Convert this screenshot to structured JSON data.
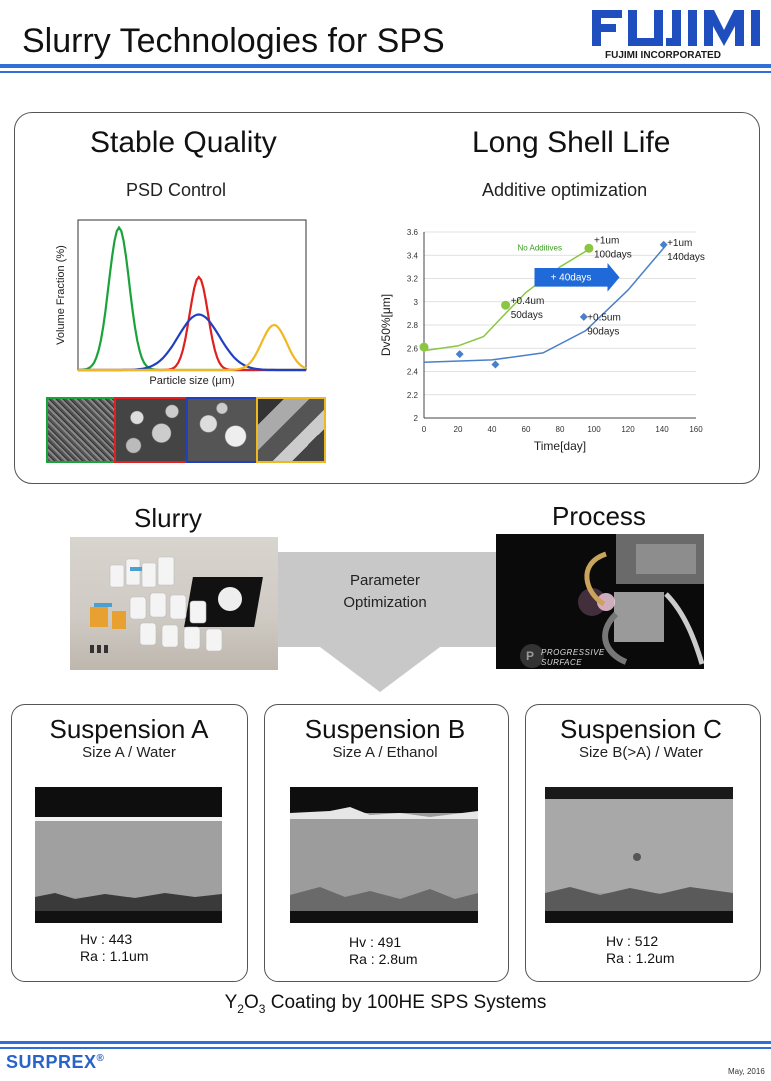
{
  "header": {
    "title": "Slurry Technologies for SPS",
    "logo_text": "FUJIMI",
    "logo_sub": "FUJIMI INCORPORATED"
  },
  "top_panel": {
    "left_heading": "Stable Quality",
    "left_sub": "PSD Control",
    "right_heading": "Long Shell Life",
    "right_sub": "Additive optimization"
  },
  "chart_data": [
    {
      "type": "line",
      "xlabel": "Particle size (μm)",
      "ylabel": "Volume Fraction (%)",
      "series": [
        {
          "color": "#1aa33a",
          "peak_x": 0.18,
          "peak_y": 0.95,
          "width": 0.045
        },
        {
          "color": "#e02020",
          "peak_x": 0.53,
          "peak_y": 0.62,
          "width": 0.04
        },
        {
          "color": "#2040c0",
          "peak_x": 0.53,
          "peak_y": 0.37,
          "width": 0.09
        },
        {
          "color": "#f0b820",
          "peak_x": 0.86,
          "peak_y": 0.3,
          "width": 0.055
        }
      ]
    },
    {
      "type": "scatter",
      "xlabel": "Time[day]",
      "ylabel": "Dv50%[μm]",
      "xlim": [
        0,
        160
      ],
      "ylim": [
        2,
        3.6
      ],
      "xticks": [
        "0",
        "20",
        "40",
        "60",
        "80",
        "100",
        "120",
        "140",
        "160"
      ],
      "yticks": [
        "2",
        "2.2",
        "2.4",
        "2.6",
        "2.8",
        "3",
        "3.2",
        "3.4",
        "3.6"
      ],
      "series": [
        {
          "name": "No Additives",
          "color": "#8ac640",
          "points": [
            [
              0,
              2.61
            ],
            [
              48,
              2.97
            ],
            [
              97,
              3.46
            ]
          ],
          "fit": [
            [
              0,
              2.58
            ],
            [
              20,
              2.62
            ],
            [
              35,
              2.7
            ],
            [
              48,
              2.9
            ],
            [
              60,
              3.08
            ],
            [
              80,
              3.3
            ],
            [
              97,
              3.45
            ]
          ]
        },
        {
          "name": "",
          "color": "#4a80c8",
          "points": [
            [
              21,
              2.55
            ],
            [
              42,
              2.46
            ],
            [
              94,
              2.87
            ],
            [
              141,
              3.49
            ]
          ],
          "fit": [
            [
              0,
              2.48
            ],
            [
              40,
              2.5
            ],
            [
              70,
              2.56
            ],
            [
              95,
              2.75
            ],
            [
              120,
              3.1
            ],
            [
              142,
              3.48
            ]
          ]
        }
      ],
      "annotations": [
        {
          "text": "+1um",
          "text2": "100days"
        },
        {
          "text": "+0.4um",
          "text2": "50days"
        },
        {
          "text": "+1um",
          "text2": "140days"
        },
        {
          "text": "+0.5um",
          "text2": "90days"
        }
      ],
      "arrow_label": "+ 40days"
    }
  ],
  "middle": {
    "slurry_label": "Slurry",
    "process_label": "Process",
    "arrow_line1": "Parameter",
    "arrow_line2": "Optimization",
    "progressive_line1": "PROGRESSIVE",
    "progressive_line2": "SURFACE"
  },
  "suspensions": [
    {
      "title": "Suspension A",
      "sub": "Size A / Water",
      "hv": "Hv : 443",
      "ra": "Ra : 1.1um"
    },
    {
      "title": "Suspension B",
      "sub": "Size A / Ethanol",
      "hv": "Hv : 491",
      "ra": "Ra : 2.8um"
    },
    {
      "title": "Suspension C",
      "sub": "Size B(>A) / Water",
      "hv": "Hv : 512",
      "ra": "Ra : 1.2um"
    }
  ],
  "caption": {
    "pre": "Y",
    "sub1": "2",
    "mid": "O",
    "sub2": "3",
    "post": " Coating by 100HE SPS Systems"
  },
  "footer": {
    "brand": "SURPREX",
    "reg": "®",
    "date": "May, 2016"
  }
}
